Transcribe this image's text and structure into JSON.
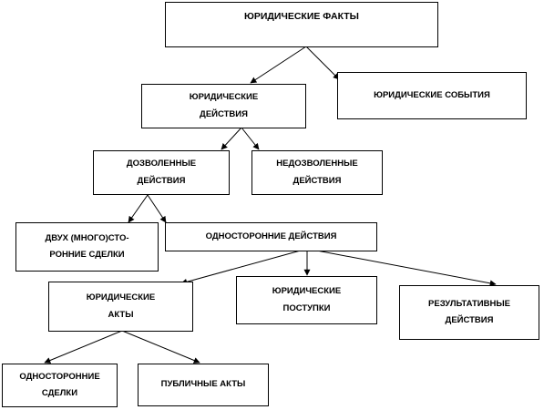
{
  "diagram": {
    "nodes": {
      "legal_facts": {
        "label": "ЮРИДИЧЕСКИЕ ФАКТЫ"
      },
      "legal_actions": {
        "label": "ЮРИДИЧЕСКИЕ\nДЕЙСТВИЯ"
      },
      "legal_events": {
        "label": "ЮРИДИЧЕСКИЕ СОБЫТИЯ"
      },
      "permitted_actions": {
        "label": "ДОЗВОЛЕННЫЕ\nДЕЙСТВИЯ"
      },
      "unpermitted_actions": {
        "label": "НЕДОЗВОЛЕННЫЕ\nДЕЙСТВИЯ"
      },
      "bilateral_deals": {
        "label": "ДВУХ (МНОГО)СТО-\nРОННИЕ СДЕЛКИ"
      },
      "unilateral_actions": {
        "label": "ОДНОСТОРОННИЕ ДЕЙСТВИЯ"
      },
      "legal_acts": {
        "label": "ЮРИДИЧЕСКИЕ\nАКТЫ"
      },
      "legal_deeds": {
        "label": "ЮРИДИЧЕСКИЕ\nПОСТУПКИ"
      },
      "resultative_actions": {
        "label": "РЕЗУЛЬТАТИВНЫЕ\nДЕЙСТВИЯ"
      },
      "unilateral_deals": {
        "label": "ОДНОСТОРОННИЕ\nСДЕЛКИ"
      },
      "public_acts": {
        "label": "ПУБЛИЧНЫЕ АКТЫ"
      }
    }
  }
}
